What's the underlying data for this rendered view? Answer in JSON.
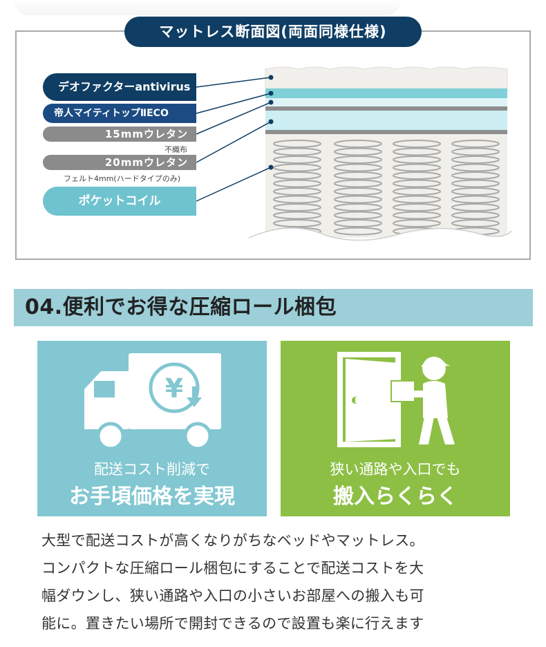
{
  "diagram": {
    "title": "マットレス断面図(両面同様仕様)",
    "labels": {
      "deofactor": "デオファクターantivirus",
      "teijin": "帝人マイティトップⅡECO",
      "urethane15": "15mmウレタン",
      "nonwoven": "不織布",
      "urethane20": "20mmウレタン",
      "felt": "フェルト4mm(ハードタイプのみ)",
      "pocket_coil": "ポケットコイル"
    },
    "colors": {
      "navy": "#0f3d63",
      "teal": "#6fc3cf",
      "gray": "#8b8b8b"
    }
  },
  "section": {
    "title": "04.便利でお得な圧縮ロール梱包"
  },
  "cards": [
    {
      "icon": "delivery-truck-yen-icon",
      "subtitle": "配送コスト削減で",
      "title": "お手頃価格を実現",
      "color": "#82c7d1"
    },
    {
      "icon": "delivery-person-door-icon",
      "subtitle": "狭い通路や入口でも",
      "title": "搬入らくらく",
      "color": "#8dbf45"
    }
  ],
  "body": {
    "lines": [
      "大型で配送コストが高くなりがちなベッドやマットレス。",
      "コンパクトな圧縮ロール梱包にすることで配送コストを大",
      "幅ダウンし、狭い通路や入口の小さいお部屋への搬入も可",
      "能に。置きたい場所で開封できるので設置も楽に行えます"
    ]
  }
}
